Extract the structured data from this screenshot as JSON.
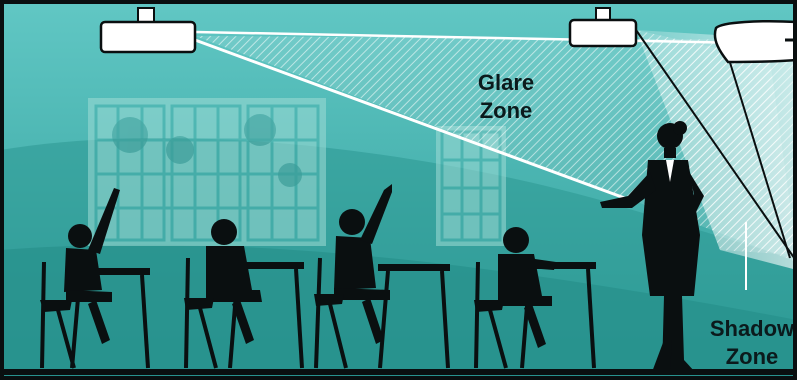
{
  "labels": {
    "glare_line1": "Glare",
    "glare_line2": "Zone",
    "shadow_line1": "Shadow",
    "shadow_line2": "Zone"
  },
  "colors": {
    "wall_top": "#5bc3c1",
    "wall_bottom": "#2e9c98",
    "floor": "#1f8a86",
    "window": "#8fd4cf",
    "silhouette": "#0a0f10",
    "projector": "#ffffff",
    "border": "#0a0f10"
  },
  "icons": [
    "projector-icon",
    "projector-icon",
    "screen-icon",
    "teacher-silhouette",
    "student-silhouette",
    "desk-silhouette",
    "window"
  ]
}
